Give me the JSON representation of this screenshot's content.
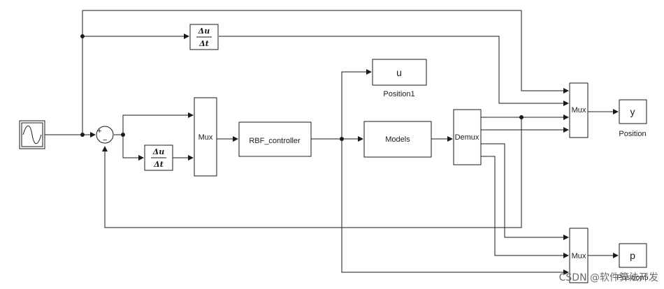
{
  "blocks": {
    "deriv_top": {
      "num": "Δu",
      "den": "Δt"
    },
    "deriv_err": {
      "num": "Δu",
      "den": "Δt"
    },
    "sum_plus": "+",
    "sum_minus": "−",
    "mux_in": "Mux",
    "controller": "RBF_controller",
    "models": "Models",
    "demux": "Demux",
    "mux_y": "Mux",
    "mux_p": "Mux",
    "scope_u": {
      "text": "u",
      "label": "Position1"
    },
    "scope_y": {
      "text": "y",
      "label": "Position"
    },
    "scope_p": {
      "text": "p",
      "label": "Position5"
    }
  },
  "watermark": "CSDN @软件算法开发",
  "colors": {
    "line": "#1a1a1a",
    "watermark": "#6b6b6b"
  }
}
